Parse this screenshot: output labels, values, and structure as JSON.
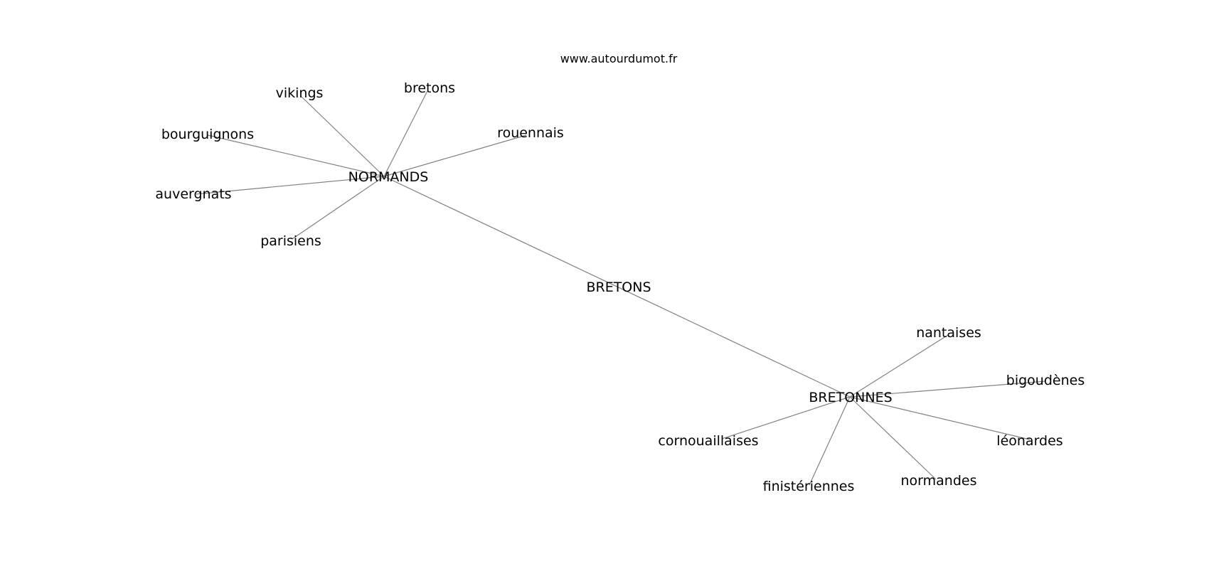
{
  "watermark": "www.autourdumot.fr",
  "nodes": [
    {
      "id": "center",
      "label": "BRETONS"
    },
    {
      "id": "normands",
      "label": "NORMANDS"
    },
    {
      "id": "bretonnes",
      "label": "BRETONNES"
    },
    {
      "id": "vikings",
      "label": "vikings"
    },
    {
      "id": "bretons",
      "label": "bretons"
    },
    {
      "id": "bourguignons",
      "label": "bourguignons"
    },
    {
      "id": "rouennais",
      "label": "rouennais"
    },
    {
      "id": "auvergnats",
      "label": "auvergnats"
    },
    {
      "id": "parisiens",
      "label": "parisiens"
    },
    {
      "id": "nantaises",
      "label": "nantaises"
    },
    {
      "id": "bigoudenes",
      "label": "bigoudènes"
    },
    {
      "id": "cornouaillaises",
      "label": "cornouaillaises"
    },
    {
      "id": "leonardes",
      "label": "léonardes"
    },
    {
      "id": "finisteriennes",
      "label": "finistériennes"
    },
    {
      "id": "normandes",
      "label": "normandes"
    }
  ],
  "edges": [
    [
      "normands",
      "bretonnes"
    ],
    [
      "normands",
      "vikings"
    ],
    [
      "normands",
      "bretons"
    ],
    [
      "normands",
      "bourguignons"
    ],
    [
      "normands",
      "rouennais"
    ],
    [
      "normands",
      "auvergnats"
    ],
    [
      "normands",
      "parisiens"
    ],
    [
      "bretonnes",
      "nantaises"
    ],
    [
      "bretonnes",
      "bigoudenes"
    ],
    [
      "bretonnes",
      "cornouaillaises"
    ],
    [
      "bretonnes",
      "leonardes"
    ],
    [
      "bretonnes",
      "finisteriennes"
    ],
    [
      "bretonnes",
      "normandes"
    ]
  ]
}
